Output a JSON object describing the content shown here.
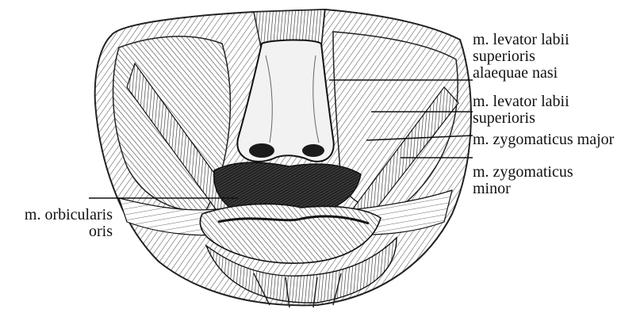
{
  "labels": {
    "levator_alaeque": [
      "m. levator labii",
      "superioris",
      "alaequae nasi"
    ],
    "levator": [
      "m. levator labii",
      "superioris"
    ],
    "zyg_major": [
      "m. zygomaticus major"
    ],
    "zyg_minor": [
      "m. zygomaticus",
      "minor"
    ],
    "orbicularis": [
      "m. orbicularis",
      "oris"
    ]
  }
}
